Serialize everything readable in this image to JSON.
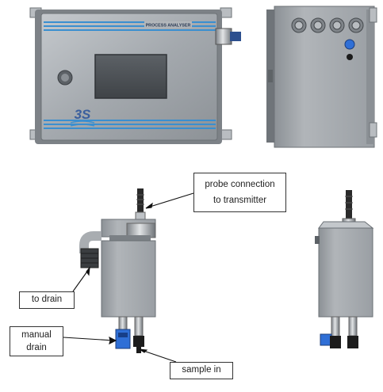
{
  "enclosure_front": {
    "header_text": "PROCESS ANALYSER",
    "logo_text": "3S"
  },
  "callouts": {
    "probe_connection": [
      "probe connection",
      "to transmitter"
    ],
    "to_drain": "to drain",
    "manual_drain": [
      "manual",
      "drain"
    ],
    "sample_in": "sample in"
  },
  "colors": {
    "stripe_blue": "#3a8fd0",
    "panel_grey": "#9ea3a8",
    "knob_blue": "#2f6fd6"
  }
}
